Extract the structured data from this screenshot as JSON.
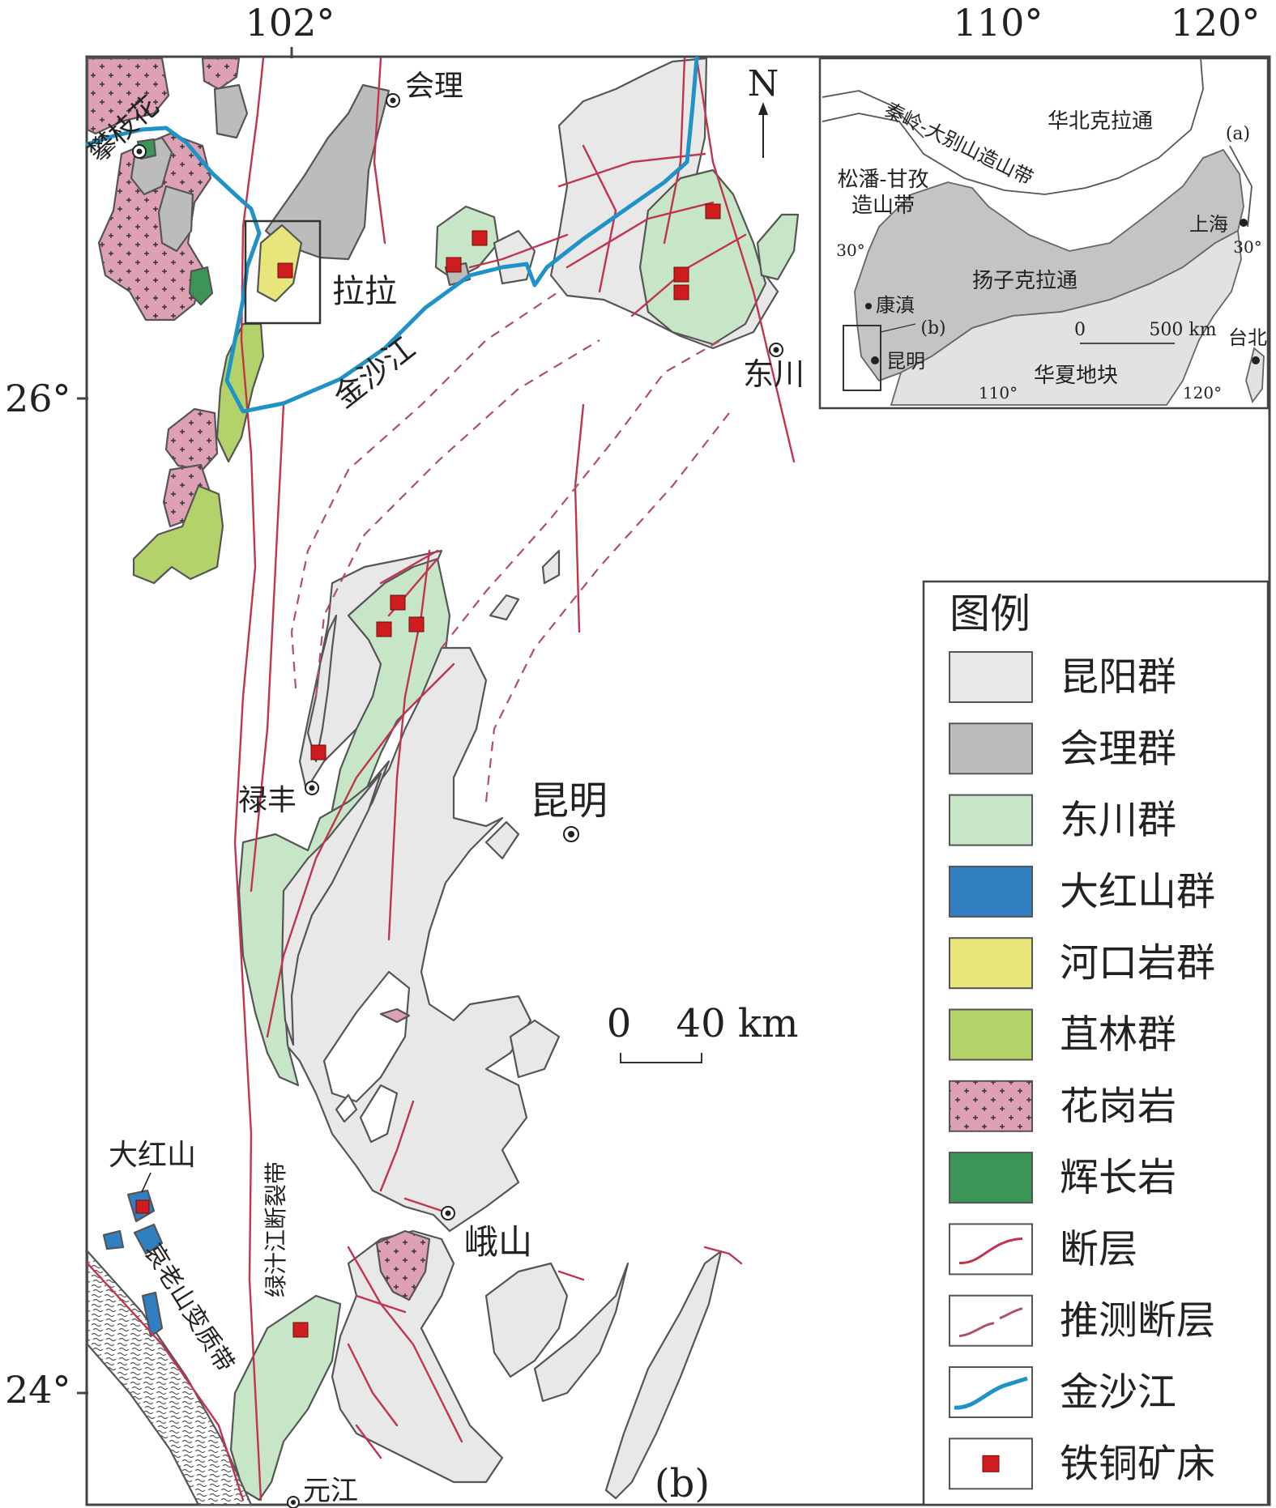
{
  "colors": {
    "kunyang": "#e9e8e8",
    "huili": "#bcbcbc",
    "dongchuan": "#c7e6c8",
    "dahongshan": "#2f7fc1",
    "hekou": "#e8e57a",
    "julin": "#b3d36a",
    "granite": "#dea0b3",
    "gabbro": "#3d9457",
    "fault": "#c23350",
    "inferred_fault": "#b14f65",
    "river": "#1f93c8",
    "deposit": "#cf1d1f",
    "outline": "#555555"
  },
  "map": {
    "graticule": {
      "top_lon_102": "102°",
      "top_lon_110": "110°",
      "top_lon_120": "120°",
      "left_lat_26": "26°",
      "left_lat_24": "24°"
    },
    "north_label": "N",
    "panel_label": "(b)",
    "scale_zero": "0",
    "scale_distance": "40 km",
    "places": {
      "panzhihua": "攀枝花",
      "huili": "会理",
      "lala": "拉拉",
      "dongchuan": "东川",
      "jinshajiang": "金沙江",
      "lufeng": "禄丰",
      "kunming": "昆明",
      "eshan": "峨山",
      "yuanjiang": "元江",
      "dahongshan": "大红山",
      "lvzhijiang_rift": "绿汁江断裂带",
      "ailaoshan_belt": "哀老山变质带"
    }
  },
  "inset": {
    "label": "(a)",
    "north_china": "华北克拉通",
    "qinling": "秦岭-大别山造山带",
    "songpan_line1": "松潘-甘孜",
    "songpan_line2": "造山带",
    "yangtze": "扬子克拉通",
    "cathaysia": "华夏地块",
    "shanghai": "上海",
    "taipei": "台北",
    "kangdian": "康滇",
    "kunming": "昆明",
    "box_label": "(b)",
    "lat_30_left": "30°",
    "lat_30_right": "30°",
    "lon_110": "110°",
    "lon_120": "120°",
    "scale_zero": "0",
    "scale_distance": "500 km"
  },
  "legend": {
    "title": "图例",
    "items": [
      {
        "key": "kunyang",
        "label": "昆阳群"
      },
      {
        "key": "huili",
        "label": "会理群"
      },
      {
        "key": "dongchuan",
        "label": "东川群"
      },
      {
        "key": "dahongshan",
        "label": "大红山群"
      },
      {
        "key": "hekou",
        "label": "河口岩群"
      },
      {
        "key": "julin",
        "label": "苴林群"
      },
      {
        "key": "granite",
        "label": "花岗岩"
      },
      {
        "key": "gabbro",
        "label": "辉长岩"
      },
      {
        "key": "fault",
        "label": "断层"
      },
      {
        "key": "inferred_fault",
        "label": "推测断层"
      },
      {
        "key": "river",
        "label": "金沙江"
      },
      {
        "key": "deposit",
        "label": "铁铜矿床"
      }
    ]
  }
}
